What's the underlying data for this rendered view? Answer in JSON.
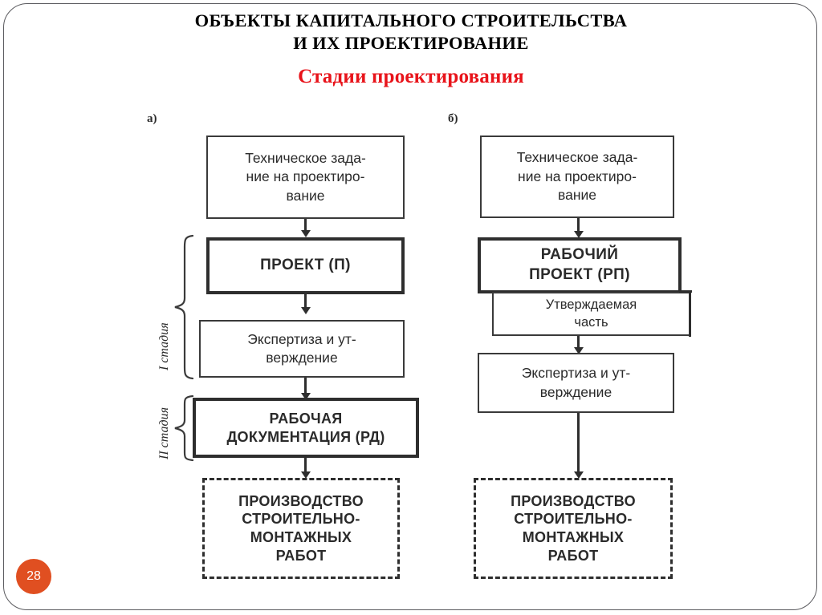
{
  "slide": {
    "page_number": "28",
    "accent_color": "#e04f21",
    "subtitle_color": "#e8131a",
    "frame_color": "#5b5b5f"
  },
  "header": {
    "title_line1": "ОБЪЕКТЫ КАПИТАЛЬНОГО СТРОИТЕЛЬСТВА",
    "title_line2": "И ИХ ПРОЕКТИРОВАНИЕ",
    "subtitle": "Стадии проектирования"
  },
  "diagram": {
    "left": {
      "label": "а)",
      "stages": [
        {
          "name": "I стадия"
        },
        {
          "name": "II стадия"
        }
      ],
      "boxes": [
        {
          "id": "tz",
          "text": "Техническое зада-\nние на проектиро-\nвание",
          "style": "thin"
        },
        {
          "id": "proekt",
          "text": "ПРОЕКТ (П)",
          "style": "thick"
        },
        {
          "id": "exp",
          "text": "Экспертиза и ут-\nверждение",
          "style": "thin"
        },
        {
          "id": "rd",
          "text": "РАБОЧАЯ\nДОКУМЕНТАЦИЯ (РД)",
          "style": "thick"
        },
        {
          "id": "proizv",
          "text": "ПРОИЗВОДСТВО\nСТРОИТЕЛЬНО-\nМОНТАЖНЫХ\nРАБОТ",
          "style": "dashed"
        }
      ]
    },
    "right": {
      "label": "б)",
      "boxes": [
        {
          "id": "tz2",
          "text": "Техническое зада-\nние на проектиро-\nвание",
          "style": "thin"
        },
        {
          "id": "rp",
          "text": "РАБОЧИЙ\nПРОЕКТ (РП)",
          "style": "thick"
        },
        {
          "id": "utv",
          "text": "Утверждаемая\nчасть",
          "style": "thin"
        },
        {
          "id": "exp2",
          "text": "Экспертиза и ут-\nверждение",
          "style": "thin"
        },
        {
          "id": "proizv2",
          "text": "ПРОИЗВОДСТВО\nСТРОИТЕЛЬНО-\nМОНТАЖНЫХ\nРАБОТ",
          "style": "dashed"
        }
      ]
    }
  }
}
